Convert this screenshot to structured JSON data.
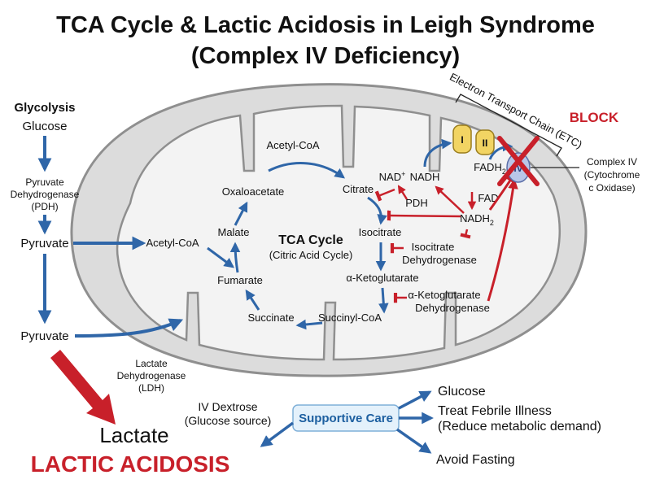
{
  "title": {
    "line1": "TCA Cycle & Lactic Acidosis in Leigh Syndrome",
    "line2": "(Complex IV Deficiency)"
  },
  "glycolysis": {
    "heading": "Glycolysis",
    "glucose": "Glucose",
    "pdh": [
      "Pyruvate",
      "Dehydrogenase",
      "(PDH)"
    ],
    "pyruvate1": "Pyruvate",
    "pyruvate2": "Pyruvate",
    "ldh": [
      "Lactate",
      "Dehydrogenase",
      "(LDH)"
    ],
    "lactate": "Lactate",
    "acidosis": "LACTIC ACIDOSIS"
  },
  "tca": {
    "center_title": "TCA Cycle",
    "center_subtitle": "(Citric Acid Cycle)",
    "acetyl_coa_top": "Acetyl-CoA",
    "acetyl_coa_left": "Acetyl-CoA",
    "oxaloacetate": "Oxaloacetate",
    "citrate": "Citrate",
    "malate": "Malate",
    "isocitrate": "Isocitrate",
    "fumarate": "Fumarate",
    "alpha_kg": "α-Ketoglutarate",
    "succinate": "Succinate",
    "succinyl_coa": "Succinyl-CoA",
    "nad_plus": "NAD",
    "nad_sup": "+",
    "nadh": "NADH",
    "pdh_enzyme": "PDH",
    "fadh_base": "FADH",
    "fadh_sub": "2",
    "fad": "FAD",
    "nadh2_base": "NADH",
    "nadh2_sub": "2",
    "idh": [
      "Isocitrate",
      "Dehydrogenase"
    ],
    "akgdh": [
      "α-Ketoglutarate",
      "Dehydrogenase"
    ]
  },
  "etc": {
    "label": "Electron Transport Chain (ETC)",
    "block": "BLOCK",
    "complex1": "I",
    "complex2": "II",
    "complex4": "IV",
    "complex4_label": [
      "Complex IV",
      "(Cytochrome",
      "c Oxidase)"
    ]
  },
  "care": {
    "title": "Supportive Care",
    "dextrose": [
      "IV Dextrose",
      "(Glucose source)"
    ],
    "glucose": "Glucose",
    "febrile": [
      "Treat Febrile Illness",
      "(Reduce metabolic demand)"
    ],
    "fasting": "Avoid Fasting"
  },
  "colors": {
    "blue_arrow": "#2f66a8",
    "red_arrow": "#c8202a",
    "membrane_outer": "#8f8f8f",
    "membrane_fill": "#dcdcdc",
    "matrix_fill": "#f3f3f3",
    "complex_yellow": "#f2d463",
    "complex4_fill": "#b9c6e8",
    "care_box_fill": "#e4f1fb",
    "care_box_stroke": "#7fb0d8"
  }
}
